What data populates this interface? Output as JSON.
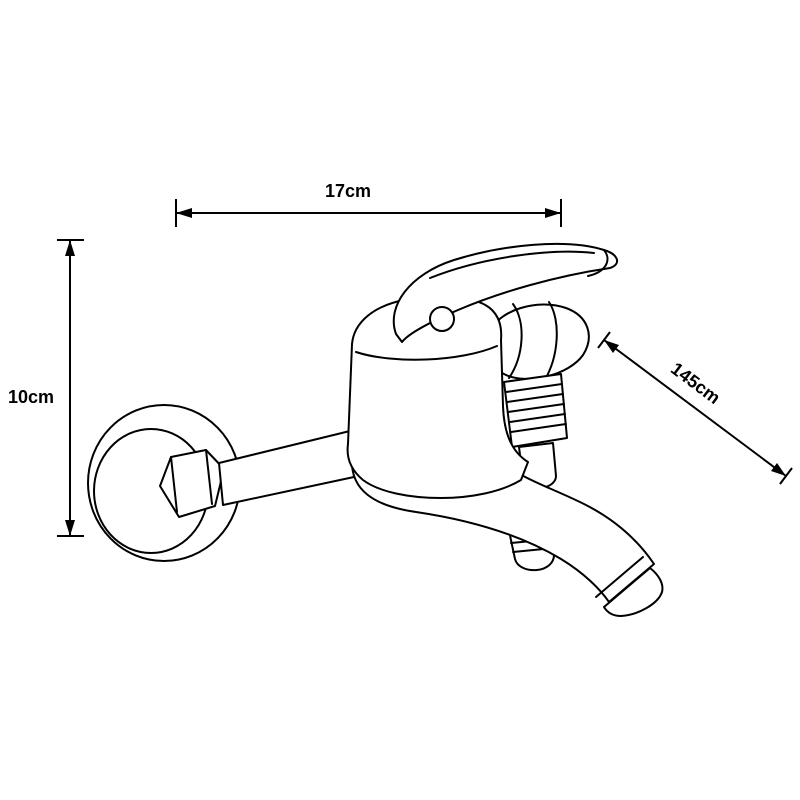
{
  "canvas": {
    "background_color": "#ffffff",
    "ink_color": "#000000"
  },
  "dimensions": {
    "width": {
      "label": "17cm"
    },
    "height": {
      "label": "10cm"
    },
    "hose_length": {
      "label": "145cm"
    }
  }
}
